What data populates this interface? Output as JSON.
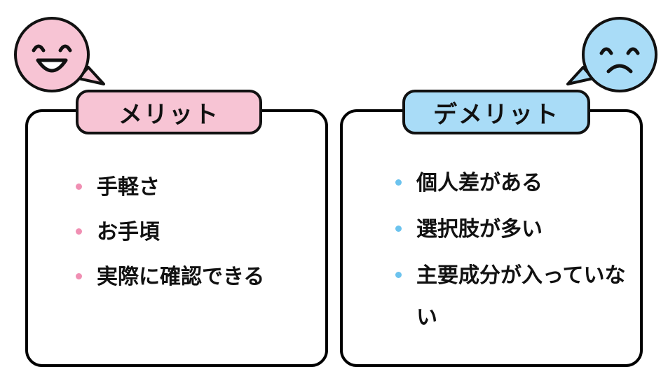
{
  "merit": {
    "title": "メリット",
    "items": [
      "手軽さ",
      "お手頃",
      "実際に確認できる"
    ],
    "accent": "#f7c4d4",
    "bullet_color": "#f08fb3",
    "icon": "smiling-face-icon"
  },
  "demerit": {
    "title": "デメリット",
    "items": [
      "個人差がある",
      "選択肢が多い",
      "主要成分が入っていない"
    ],
    "accent": "#a9dcf7",
    "bullet_color": "#6cc3ee",
    "icon": "sad-face-icon"
  }
}
